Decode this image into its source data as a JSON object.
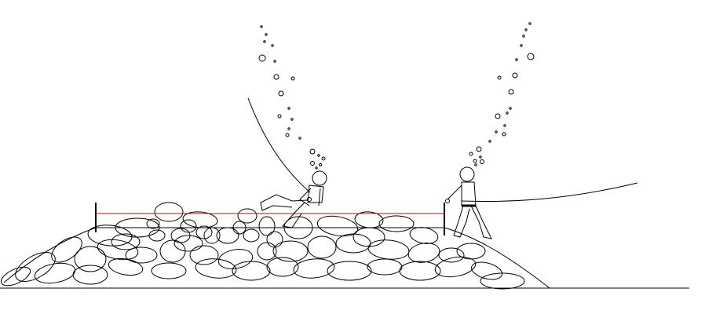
{
  "scene": {
    "title": "",
    "background_color": "#ffffff",
    "line_color": "#000000",
    "transect_line_color": "#cc0000",
    "elements": [
      "seabed-line",
      "rubble-mound",
      "transect-stake-left",
      "transect-stake-right",
      "transect-line",
      "diver-left",
      "diver-right",
      "air-line-left",
      "air-line-right",
      "bubble-column-left",
      "bubble-column-right"
    ]
  }
}
